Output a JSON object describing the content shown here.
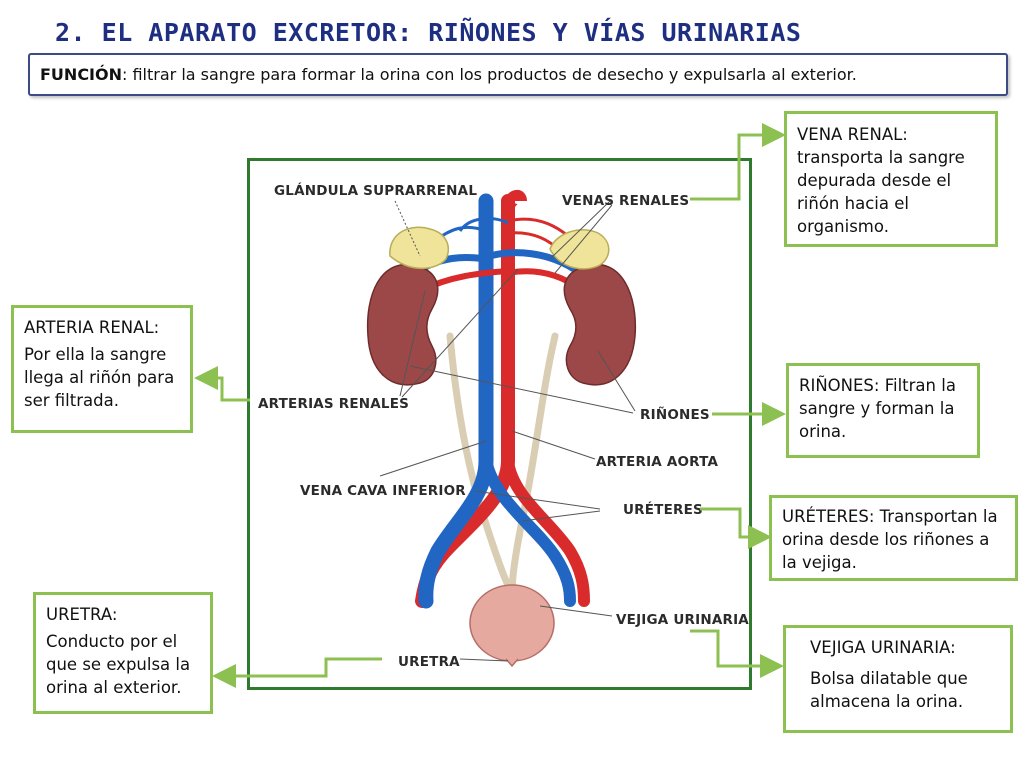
{
  "title": "2. EL APARATO EXCRETOR: RIÑONES Y VÍAS URINARIAS",
  "funcion": {
    "label": "FUNCIÓN",
    "text": ": filtrar la sangre para formar la orina con los productos de desecho y expulsarla al exterior."
  },
  "diagram_labels": {
    "glandula": "GLÁNDULA SUPRARRENAL",
    "venas_renales": "VENAS RENALES",
    "arterias_renales": "ARTERIAS RENALES",
    "rinones": "RIÑONES",
    "arteria_aorta": "ARTERIA AORTA",
    "vena_cava": "VENA CAVA INFERIOR",
    "ureteres": "URÉTERES",
    "vejiga": "VEJIGA URINARIA",
    "uretra": "URETRA"
  },
  "boxes": {
    "vena_renal": "VENA RENAL: transporta la sangre depurada desde el riñón hacia el organismo.",
    "arteria_renal_title": "ARTERIA RENAL:",
    "arteria_renal_text": "Por ella la sangre llega al riñón para ser filtrada.",
    "rinones": "RIÑONES: Filtran la sangre y forman la orina.",
    "ureteres": "URÉTERES: Transportan la orina desde los riñones a la vejiga.",
    "uretra_title": "URETRA:",
    "uretra_text": "Conducto por el que se expulsa la orina al exterior.",
    "vejiga_title": "VEJIGA URINARIA:",
    "vejiga_text": "Bolsa dilatable que almacena la orina."
  },
  "colors": {
    "title": "#1e2f82",
    "box_border": "#8cc152",
    "frame_border": "#2f7a2f",
    "artery": "#d92b2b",
    "vein": "#2266c4",
    "kidney": "#9c4848",
    "adrenal": "#efe49a",
    "bladder": "#e6a9a0",
    "ureter": "#d9cdb4"
  }
}
